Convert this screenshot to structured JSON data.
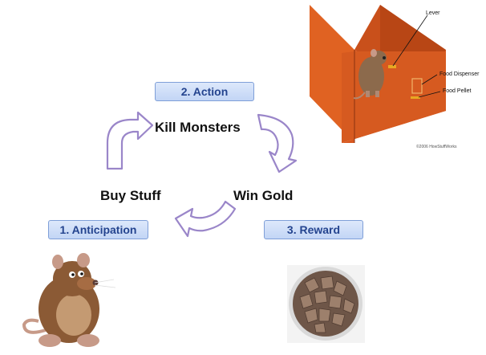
{
  "stages": {
    "anticipation": "1. Anticipation",
    "action": "2. Action",
    "reward": "3. Reward"
  },
  "cycle": {
    "kill_monsters": "Kill Monsters",
    "win_gold": "Win Gold",
    "buy_stuff": "Buy Stuff"
  },
  "skinner_box": {
    "lever": "Lever",
    "food_dispenser": "Food Dispenser",
    "food_pellet": "Food Pellet",
    "credit": "©2006 HowStuffWorks"
  },
  "colors": {
    "box_fill": "#c2d5f5",
    "box_border": "#7f9fd8",
    "box_text": "#24448f",
    "arrow_stroke": "#9a86c9",
    "chamber": "#d8581f"
  }
}
